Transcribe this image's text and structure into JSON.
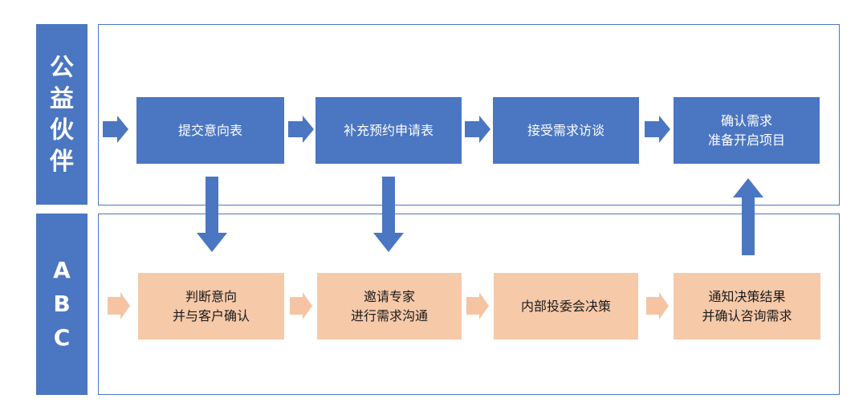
{
  "colors": {
    "blue": "#4a76c2",
    "peach": "#f6c9a9",
    "peach_arrow": "#f5c5a3",
    "border": "#4a76c2"
  },
  "lanes": [
    {
      "label_chars": [
        "公",
        "益",
        "伙",
        "伴"
      ]
    },
    {
      "label_chars": [
        "A",
        "B",
        "C"
      ]
    }
  ],
  "top_steps": [
    {
      "lines": [
        "提交意向表"
      ]
    },
    {
      "lines": [
        "补充预约申请表"
      ]
    },
    {
      "lines": [
        "接受需求访谈"
      ]
    },
    {
      "lines": [
        "确认需求",
        "准备开启项目"
      ]
    }
  ],
  "bottom_steps": [
    {
      "lines": [
        "判断意向",
        "并与客户确认"
      ]
    },
    {
      "lines": [
        "邀请专家",
        "进行需求沟通"
      ]
    },
    {
      "lines": [
        "内部投委会决策"
      ]
    },
    {
      "lines": [
        "通知决策结果",
        "并确认咨询需求"
      ]
    }
  ]
}
